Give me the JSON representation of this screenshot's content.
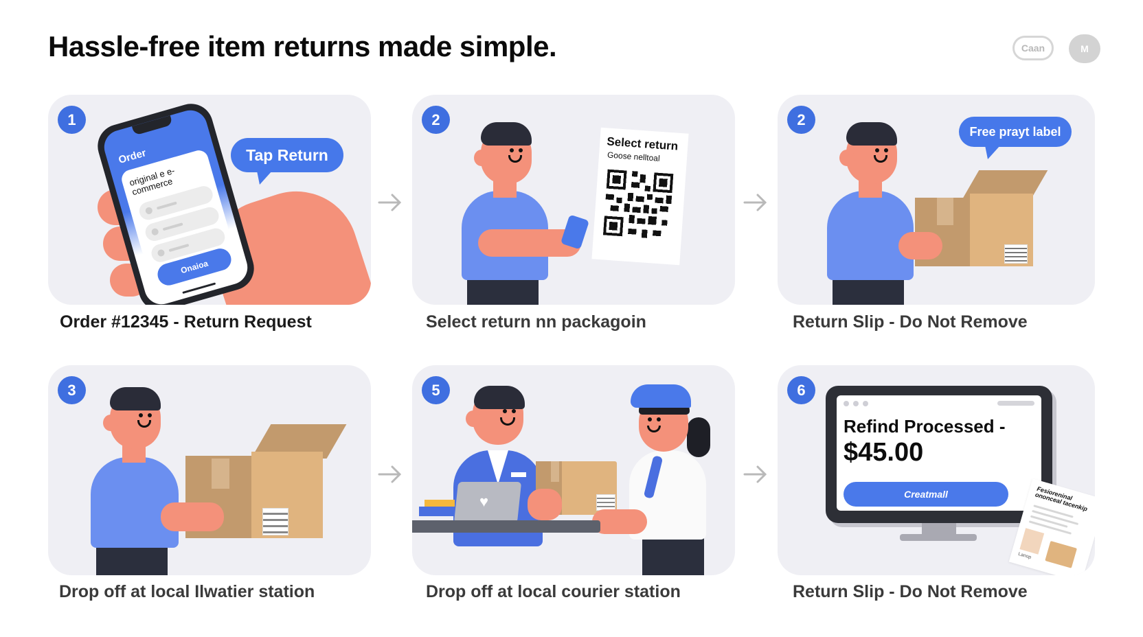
{
  "header": {
    "title": "Hassle-free item returns made simple.",
    "pill_button_label": "Caan",
    "circle_button_label": "M"
  },
  "colors": {
    "accent_blue": "#3f6fe0",
    "panel_bg": "#efeff4",
    "shirt_blue": "#6b8ff0",
    "skin": "#f4917a",
    "cardboard": "#e0b47f",
    "arrow_grey": "#b9b9b9"
  },
  "steps": [
    {
      "badge": "1",
      "caption": "Order #12345 - Return Request",
      "illustration": "hand-holding-phone",
      "speech_bubble": "Tap Return",
      "phone": {
        "title": "Order",
        "card_text": "original e e-commerce",
        "button": "Onaioa"
      }
    },
    {
      "badge": "2",
      "caption": "Select return nn packagoin",
      "illustration": "person-scanning-qr-ticket",
      "ticket": {
        "title": "Select return",
        "subtitle": "Goose nelltoal"
      }
    },
    {
      "badge": "2",
      "caption": "Return Slip - Do Not Remove",
      "illustration": "person-holding-open-box",
      "speech_bubble": "Free prayt label"
    },
    {
      "badge": "3",
      "caption": "Drop off at local Ilwatier station",
      "illustration": "person-holding-open-box"
    },
    {
      "badge": "5",
      "caption": "Drop off at local courier station",
      "illustration": "courier-handoff-at-counter"
    },
    {
      "badge": "6",
      "caption": "Return Slip - Do Not Remove",
      "illustration": "monitor-refund-screen",
      "monitor": {
        "heading": "Refind Processed -",
        "amount": "$45.00",
        "button": "Creatmall"
      },
      "receipt": {
        "text": "Fesioreninal ononceal tacenkip",
        "footer": "Lanop"
      }
    }
  ],
  "icons": {
    "flow_arrow": "→"
  }
}
